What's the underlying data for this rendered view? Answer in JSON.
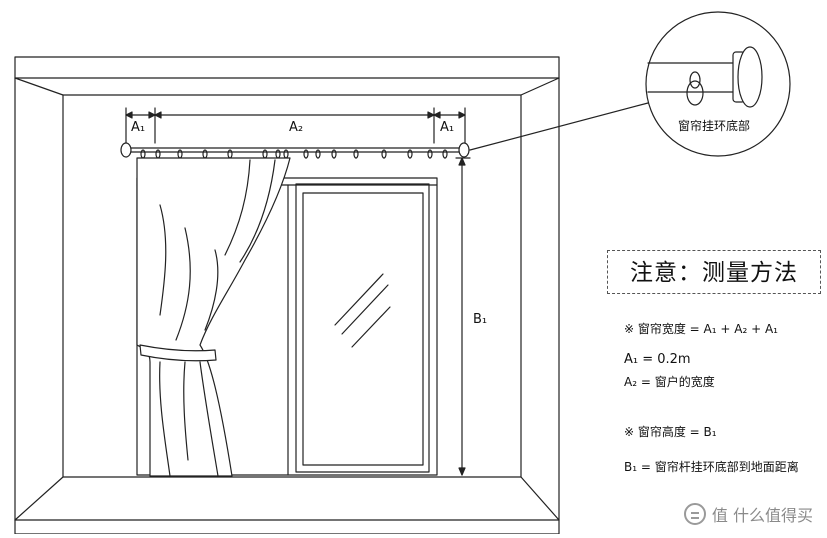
{
  "labels": {
    "a1_left": "A₁",
    "a2": "A₂",
    "a1_right": "A₁",
    "b1": "B₁"
  },
  "callout": {
    "label": "窗帘挂环底部"
  },
  "note": {
    "title": "注意：测量方法",
    "width_formula": "※ 窗帘宽度 = A₁ + A₂ + A₁",
    "a1_def": "A₁ = 0.2m",
    "a2_def": "A₂ = 窗户的宽度",
    "height_formula": "※ 窗帘高度 = B₁",
    "b1_def": "B₁ = 窗帘杆挂环底部到地面距离"
  },
  "watermark": {
    "text": "值 什么值得买"
  }
}
